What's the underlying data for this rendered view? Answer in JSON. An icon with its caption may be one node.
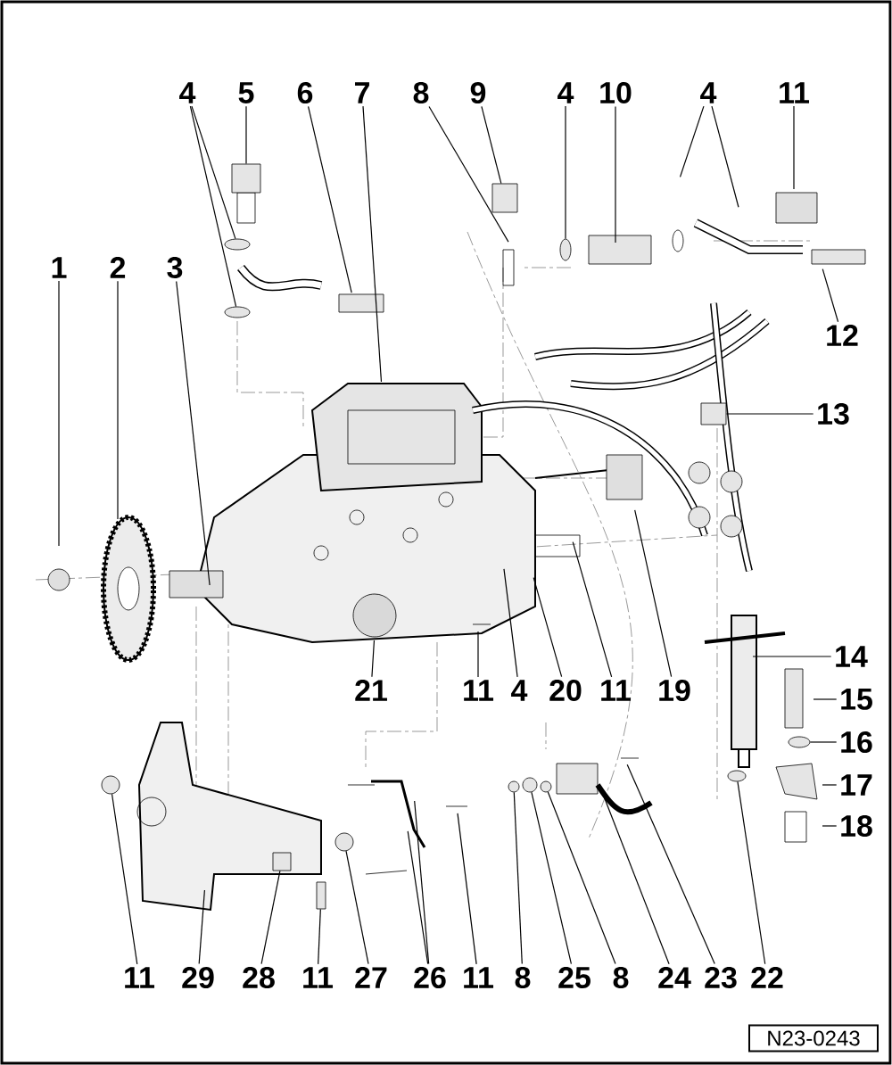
{
  "diagram": {
    "nodes": [
      {
        "text": [
          "4"
        ]
      },
      {
        "text": [
          "5"
        ]
      },
      {
        "text": [
          "6"
        ]
      },
      {
        "text": [
          "7"
        ]
      },
      {
        "text": [
          "8"
        ]
      },
      {
        "text": [
          "9"
        ]
      },
      {
        "text": [
          "4"
        ]
      },
      {
        "text": [
          "10"
        ]
      },
      {
        "text": [
          "4"
        ]
      },
      {
        "text": [
          "11"
        ]
      },
      {
        "text": [
          "1"
        ]
      },
      {
        "text": [
          "2"
        ]
      },
      {
        "text": [
          "3"
        ]
      },
      {
        "text": [
          "12"
        ]
      },
      {
        "text": [
          "13"
        ]
      },
      {
        "text": [
          "14"
        ]
      },
      {
        "text": [
          "15"
        ]
      },
      {
        "text": [
          "16"
        ]
      },
      {
        "text": [
          "17"
        ]
      },
      {
        "text": [
          "18"
        ]
      },
      {
        "text": [
          "21"
        ]
      },
      {
        "text": [
          "11"
        ]
      },
      {
        "text": [
          "4"
        ]
      },
      {
        "text": [
          "20"
        ]
      },
      {
        "text": [
          "11"
        ]
      },
      {
        "text": [
          "19"
        ]
      },
      {
        "text": [
          "11"
        ]
      },
      {
        "text": [
          "29"
        ]
      },
      {
        "text": [
          "28"
        ]
      },
      {
        "text": [
          "11"
        ]
      },
      {
        "text": [
          "27"
        ]
      },
      {
        "text": [
          "26"
        ]
      },
      {
        "text": [
          "11"
        ]
      },
      {
        "text": [
          "8"
        ]
      },
      {
        "text": [
          "25"
        ]
      },
      {
        "text": [
          "8"
        ]
      },
      {
        "text": [
          "24"
        ]
      },
      {
        "text": [
          "23"
        ]
      },
      {
        "text": [
          "22"
        ]
      },
      {
        "text": [
          "N23-0243"
        ]
      },
      {
        "text": [],
        "shape": "ellipse"
      },
      {
        "text": [],
        "shape": "ellipse"
      },
      {
        "text": [],
        "shape": "box"
      },
      {
        "text": [],
        "shape": "box"
      },
      {
        "text": [],
        "shape": "ellipse"
      },
      {
        "text": [],
        "shape": "box"
      },
      {
        "text": [],
        "shape": "circle"
      },
      {
        "text": [],
        "shape": "box"
      },
      {
        "text": [],
        "shape": "box"
      },
      {
        "text": [],
        "shape": "circle"
      },
      {
        "text": [],
        "shape": "circle"
      },
      {
        "text": [],
        "shape": "circle"
      },
      {
        "text": [],
        "shape": "circle"
      },
      {
        "text": [],
        "shape": "ellipse"
      },
      {
        "text": [],
        "shape": "ellipse"
      }
    ],
    "edges": [
      {
        "from": 0,
        "to": 40,
        "arrow": "none"
      },
      {
        "from": 0,
        "to": 41,
        "arrow": "none"
      },
      {
        "from": 1,
        "to": 42,
        "arrow": "none"
      },
      {
        "from": 2,
        "to": null,
        "arrow": "none"
      },
      {
        "from": 3,
        "to": null,
        "arrow": "none"
      },
      {
        "from": 4,
        "to": null,
        "arrow": "none"
      },
      {
        "from": 5,
        "to": 43,
        "arrow": "none"
      },
      {
        "from": 6,
        "to": 44,
        "arrow": "none"
      },
      {
        "from": 7,
        "to": null,
        "arrow": "none"
      },
      {
        "from": 8,
        "to": null,
        "arrow": "none"
      },
      {
        "from": 8,
        "to": null,
        "arrow": "none"
      },
      {
        "from": 9,
        "to": null,
        "arrow": "none"
      },
      {
        "from": 10,
        "to": null,
        "arrow": "none"
      },
      {
        "from": 11,
        "to": null,
        "arrow": "none"
      },
      {
        "from": 12,
        "to": null,
        "arrow": "none"
      },
      {
        "from": 13,
        "to": null,
        "arrow": "none"
      },
      {
        "from": 14,
        "to": 45,
        "arrow": "none"
      },
      {
        "from": 15,
        "to": null,
        "arrow": "none"
      },
      {
        "from": 16,
        "to": null,
        "arrow": "none"
      },
      {
        "from": 17,
        "to": 53,
        "arrow": "none"
      },
      {
        "from": 18,
        "to": null,
        "arrow": "none"
      },
      {
        "from": 19,
        "to": null,
        "arrow": "none"
      },
      {
        "from": 20,
        "to": null,
        "arrow": "none"
      },
      {
        "from": 21,
        "to": null,
        "arrow": "none"
      },
      {
        "from": 22,
        "to": null,
        "arrow": "none"
      },
      {
        "from": 23,
        "to": null,
        "arrow": "none"
      },
      {
        "from": 24,
        "to": null,
        "arrow": "none"
      },
      {
        "from": 25,
        "to": null,
        "arrow": "none"
      },
      {
        "from": 26,
        "to": 46,
        "arrow": "none"
      },
      {
        "from": 27,
        "to": null,
        "arrow": "none"
      },
      {
        "from": 28,
        "to": 47,
        "arrow": "none"
      },
      {
        "from": 29,
        "to": 48,
        "arrow": "none"
      },
      {
        "from": 30,
        "to": 49,
        "arrow": "none"
      },
      {
        "from": 31,
        "to": null,
        "arrow": "none"
      },
      {
        "from": 31,
        "to": null,
        "arrow": "none"
      },
      {
        "from": 32,
        "to": null,
        "arrow": "none"
      },
      {
        "from": 33,
        "to": 50,
        "arrow": "none"
      },
      {
        "from": 34,
        "to": 51,
        "arrow": "none"
      },
      {
        "from": 35,
        "to": 52,
        "arrow": "none"
      },
      {
        "from": 36,
        "to": null,
        "arrow": "none"
      },
      {
        "from": 37,
        "to": null,
        "arrow": "none"
      },
      {
        "from": 38,
        "to": 54,
        "arrow": "none"
      }
    ]
  }
}
